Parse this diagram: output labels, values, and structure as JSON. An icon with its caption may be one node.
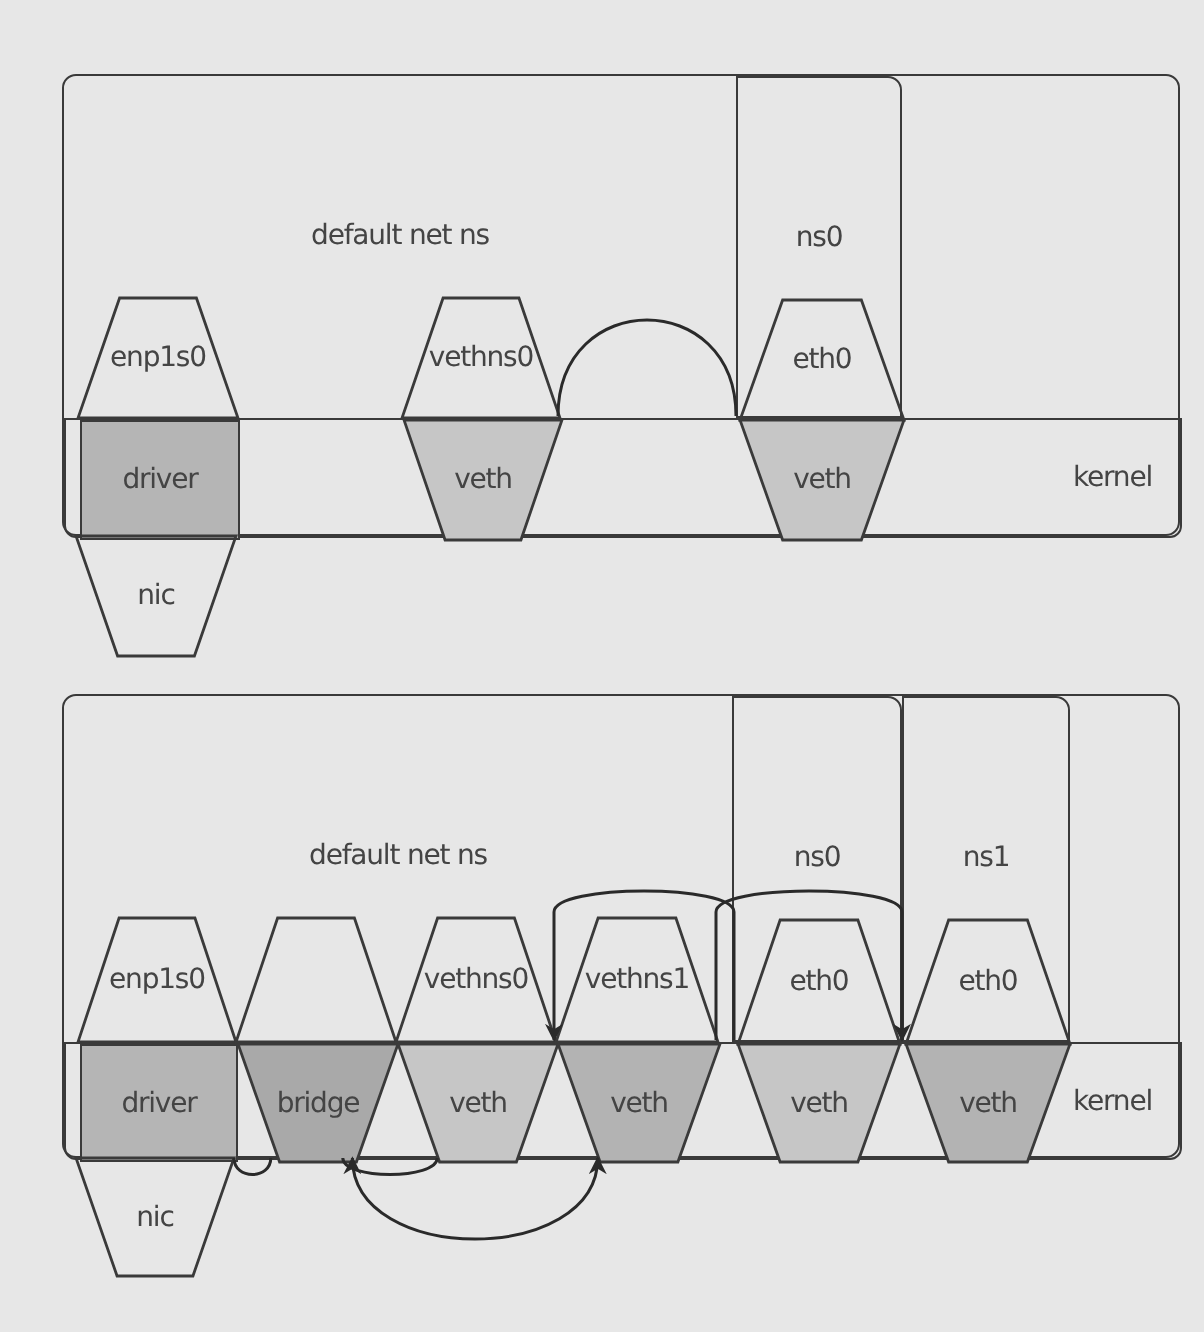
{
  "diagram": {
    "nodes": [
      {
        "text": [
          "default net ns"
        ]
      },
      {
        "text": [
          "ns0"
        ],
        "in": 0
      },
      {
        "text": [
          "kernel"
        ],
        "in": 0
      },
      {
        "text": [
          "enp1s0"
        ],
        "in": 0
      },
      {
        "text": [
          "driver"
        ],
        "in": 2
      },
      {
        "text": [
          "nic"
        ]
      },
      {
        "text": [
          "vethns0"
        ],
        "in": 0
      },
      {
        "text": [
          "veth"
        ],
        "in": 2
      },
      {
        "text": [
          "eth0"
        ],
        "in": 1
      },
      {
        "text": [
          "veth"
        ],
        "in": 2
      },
      {
        "text": [
          "default net ns"
        ]
      },
      {
        "text": [
          "ns0"
        ],
        "in": 10
      },
      {
        "text": [
          "ns1"
        ],
        "in": 10
      },
      {
        "text": [
          "kernel"
        ],
        "in": 10
      },
      {
        "text": [
          "enp1s0"
        ],
        "in": 10
      },
      {
        "text": [
          "driver"
        ],
        "in": 13
      },
      {
        "text": [
          "nic"
        ]
      },
      {
        "text": [],
        "shape": "trapezoid",
        "in": 10
      },
      {
        "text": [
          "bridge"
        ],
        "in": 13
      },
      {
        "text": [
          "vethns0"
        ],
        "in": 10
      },
      {
        "text": [
          "veth"
        ],
        "in": 13
      },
      {
        "text": [
          "vethns1"
        ],
        "in": 10
      },
      {
        "text": [
          "veth"
        ],
        "in": 13
      },
      {
        "text": [
          "eth0"
        ],
        "in": 11
      },
      {
        "text": [
          "veth"
        ],
        "in": 13
      },
      {
        "text": [
          "eth0"
        ],
        "in": 12
      },
      {
        "text": [
          "veth"
        ],
        "in": 13
      }
    ],
    "edges": [
      {
        "from": 7,
        "to": 9,
        "arrow": "none"
      },
      {
        "from": 24,
        "to": 20,
        "arrow": "to"
      },
      {
        "from": 22,
        "to": 26,
        "arrow": "to"
      },
      {
        "from": 15,
        "to": 18,
        "arrow": "none"
      },
      {
        "from": 18,
        "to": 20,
        "arrow": "none"
      },
      {
        "from": 18,
        "to": 22,
        "arrow": "both"
      }
    ]
  }
}
